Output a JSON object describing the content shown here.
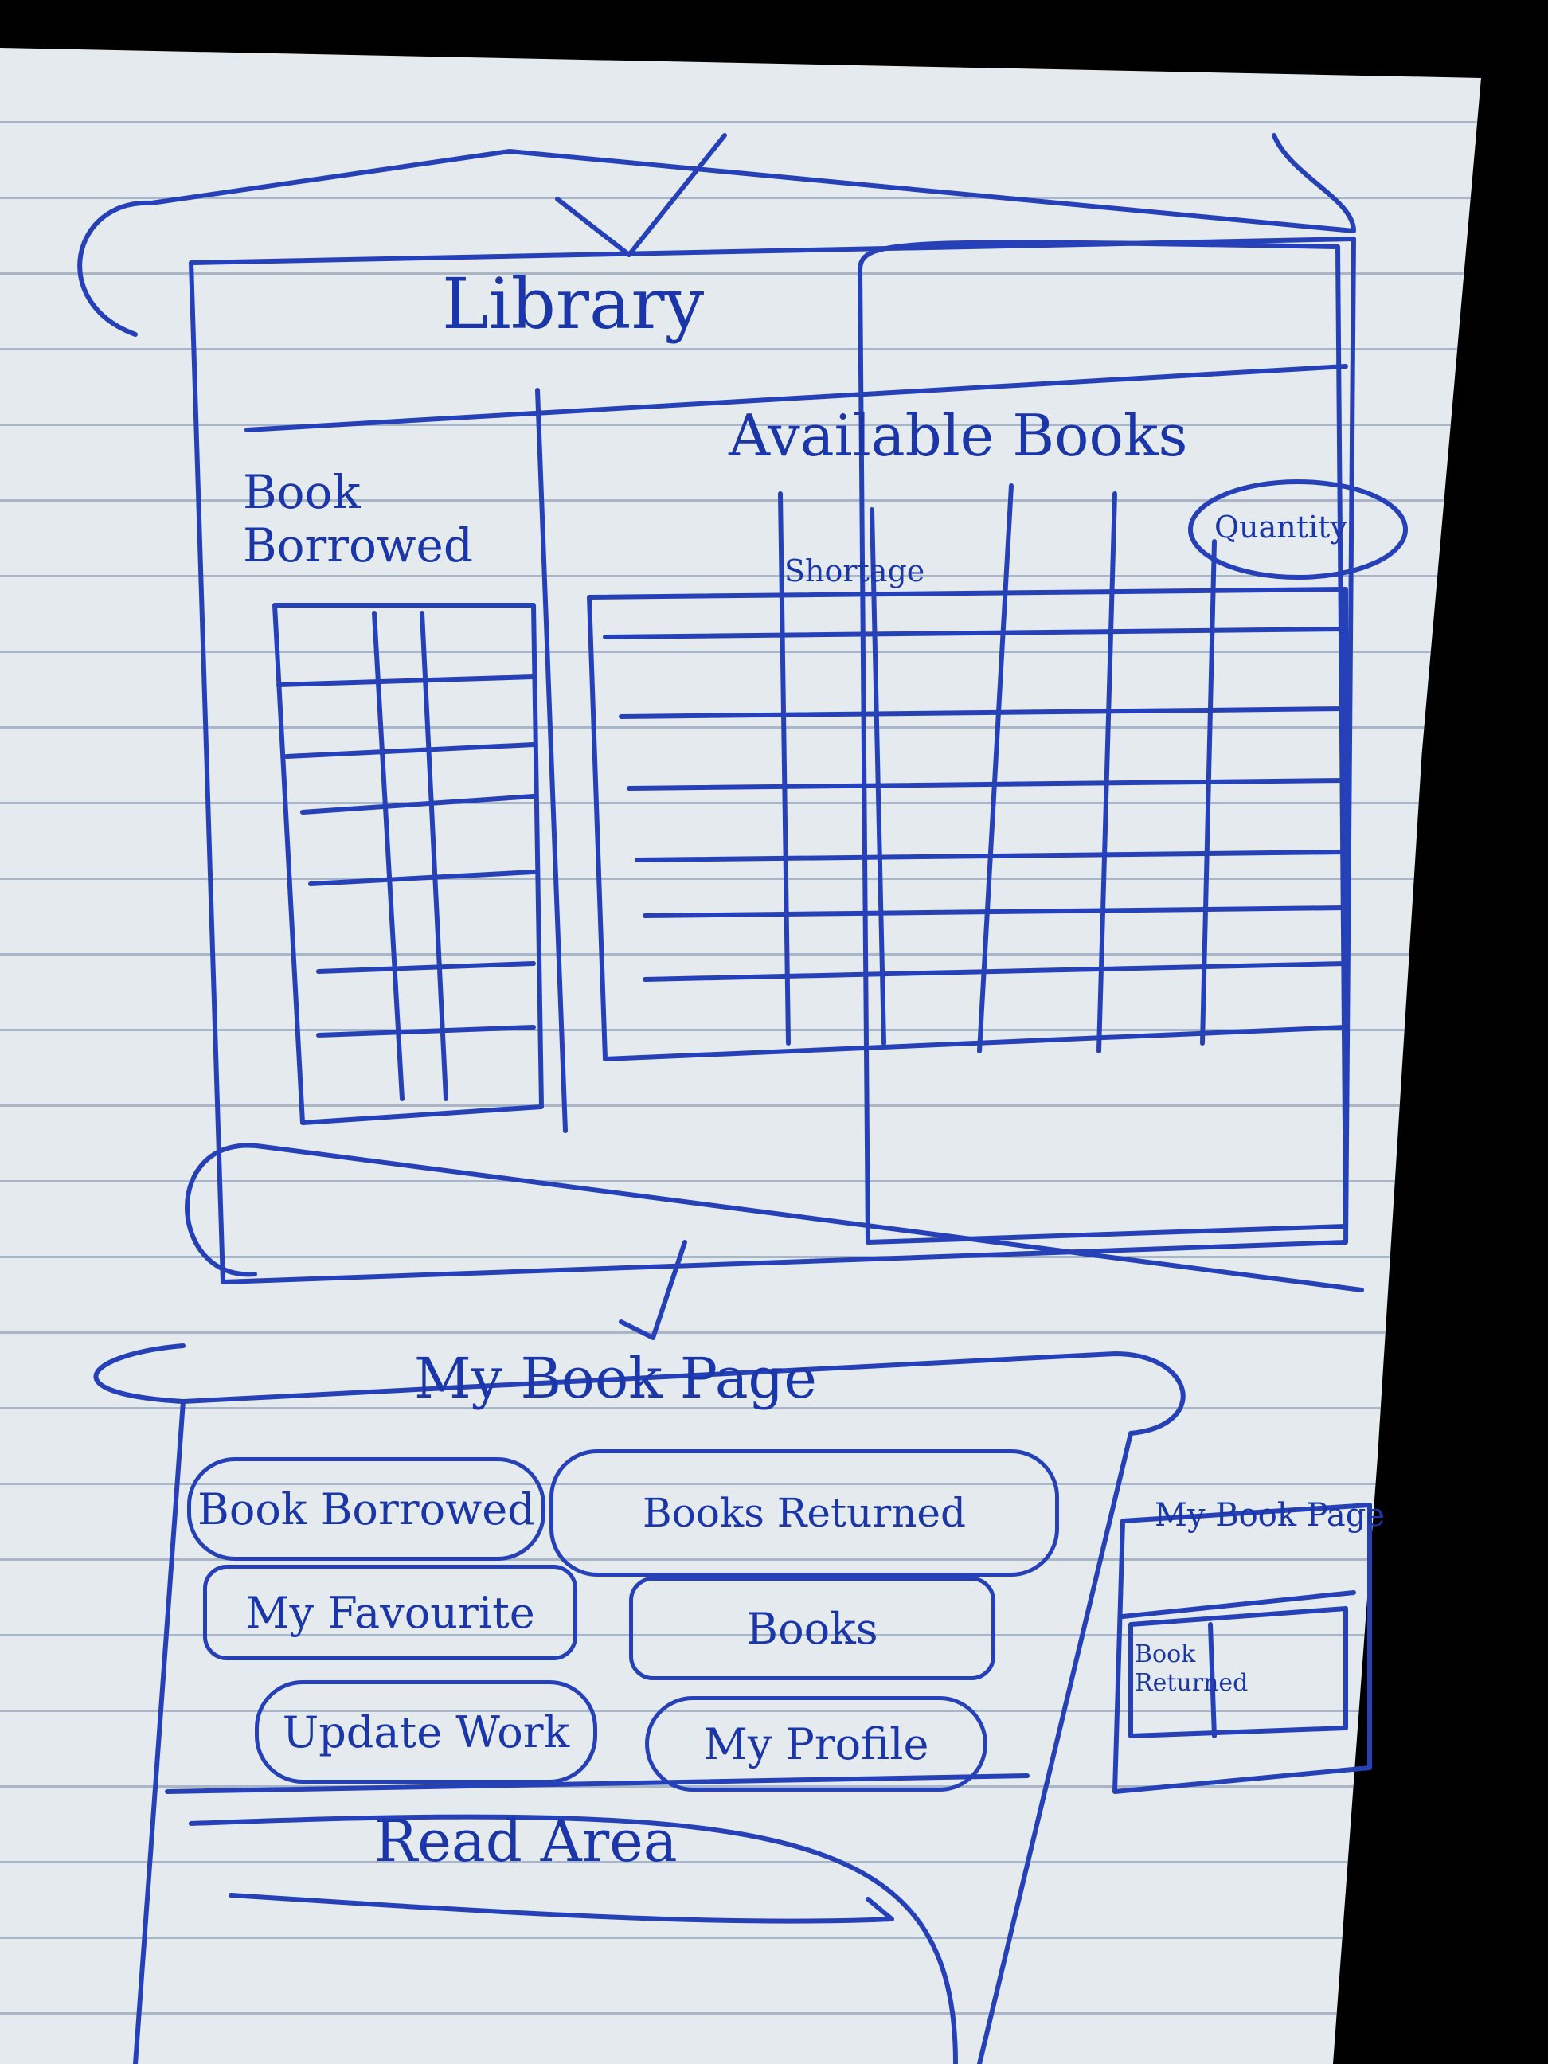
{
  "library_page": {
    "title": "Library",
    "sidebar_heading": "Book Borrowed",
    "main_heading": "Available Books",
    "column_header_quantity": "Quantity",
    "column_header_shortage": "Shortage"
  },
  "my_book_page": {
    "title": "My Book Page",
    "buttons": [
      "Book Borrowed",
      "Books Returned",
      "My Favourite",
      "Books",
      "Update Work",
      "My Profile"
    ],
    "reading_area_label": "Read Area"
  },
  "mini_preview": {
    "title": "My Book Page",
    "label": "Book Returned"
  },
  "colors": {
    "ink": "#1b36a8",
    "paper": "#e4eaee"
  }
}
